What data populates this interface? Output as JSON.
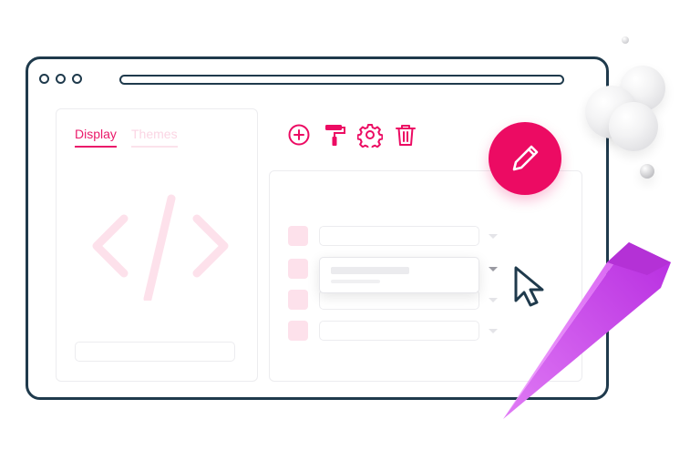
{
  "left_panel": {
    "tabs": [
      {
        "label": "Display",
        "active": true
      },
      {
        "label": "Themes",
        "active": false
      }
    ],
    "preview_icon": "code-brackets-icon"
  },
  "toolbar": {
    "icons": [
      "add-circle-icon",
      "paint-roller-icon",
      "gear-icon",
      "trash-icon"
    ]
  },
  "list": {
    "rows": 4,
    "open_row": 2
  },
  "colors": {
    "accent": "#ec0b63",
    "frame": "#1f3a4c",
    "accent_light": "#fde1eb",
    "prism": "#c23ae0"
  },
  "decorations": {
    "fab_icon": "pencil-icon",
    "pointer_icon": "cursor-arrow-icon"
  }
}
